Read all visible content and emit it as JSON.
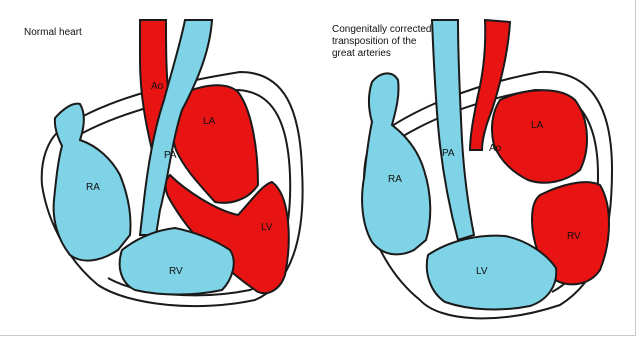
{
  "left_panel": {
    "title": "Normal heart",
    "labels": {
      "ao": "Ao",
      "pa": "PA",
      "la": "LA",
      "ra": "RA",
      "lv": "LV",
      "rv": "RV"
    }
  },
  "right_panel": {
    "title_lines": [
      "Congenitally corrected",
      "transposition of the",
      "great arteries"
    ],
    "labels": {
      "ra": "RA",
      "pa": "PA",
      "la": "LA",
      "ao": "Ao",
      "rv": "RV",
      "lv": "LV"
    }
  },
  "colors": {
    "oxygenated": "#e81414",
    "deoxygenated": "#7fd3e6",
    "outline": "#1a1a1a"
  }
}
